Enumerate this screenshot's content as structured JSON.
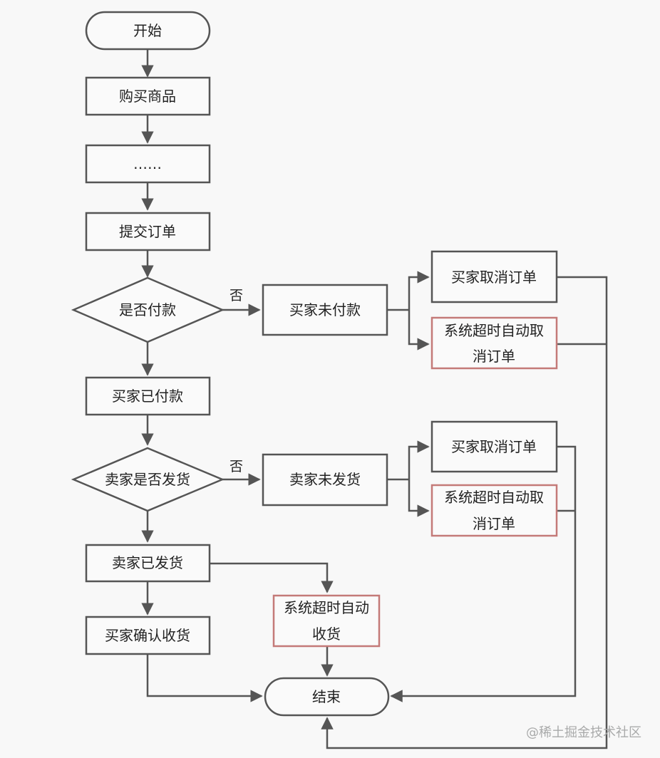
{
  "colors": {
    "line": "#555555",
    "node_border": "#555555",
    "highlight_border": "#c47a78",
    "node_fill": "#fafafa",
    "background": "#f8f8f8",
    "watermark": "#a9aaaa"
  },
  "nodes": {
    "start": "开始",
    "buy": "购买商品",
    "ellipsis": "……",
    "submit": "提交订单",
    "paid_decision": "是否付款",
    "unpaid": "买家未付款",
    "cancel_a": "买家取消订单",
    "timeout_a_line1": "系统超时自动取",
    "timeout_a_line2": "消订单",
    "paid": "买家已付款",
    "ship_decision": "卖家是否发货",
    "unshipped": "卖家未发货",
    "cancel_b": "买家取消订单",
    "timeout_b_line1": "系统超时自动取",
    "timeout_b_line2": "消订单",
    "shipped": "卖家已发货",
    "confirm": "买家确认收货",
    "auto_receive_line1": "系统超时自动",
    "auto_receive_line2": "收货",
    "end": "结束"
  },
  "edge_labels": {
    "no_payment": "否",
    "no_shipment": "否"
  },
  "watermark": "@稀土掘金技术社区"
}
